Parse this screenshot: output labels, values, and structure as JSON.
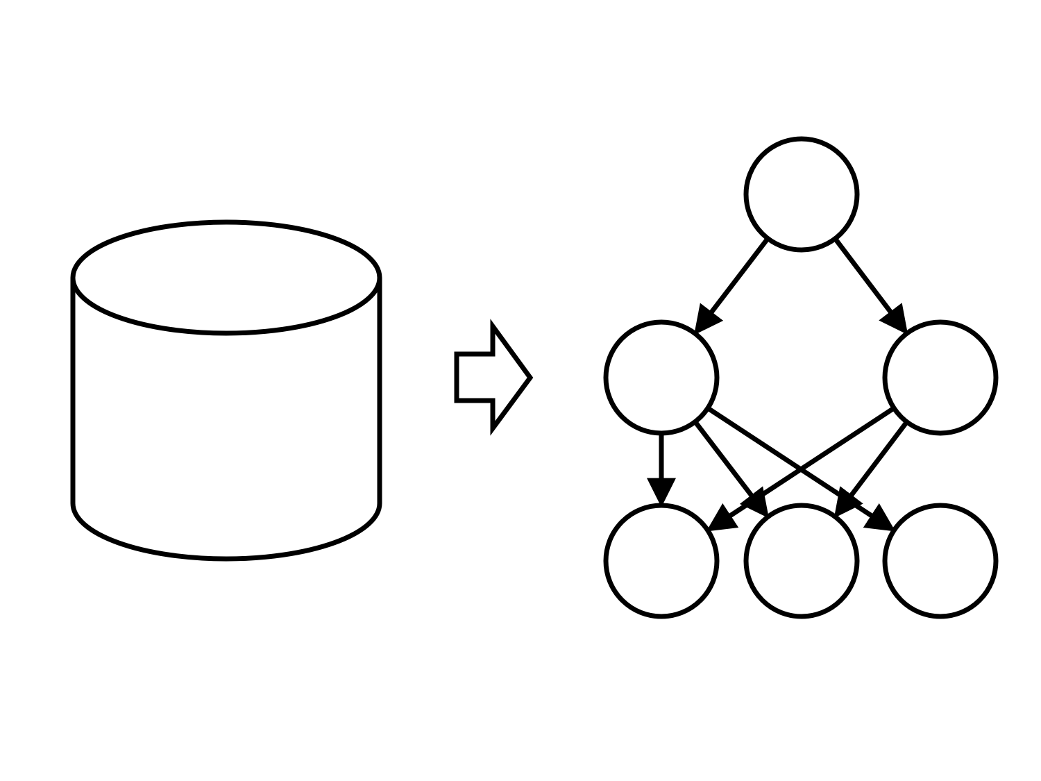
{
  "diagram": {
    "stroke_color": "#000000",
    "background_color": "#ffffff",
    "source": "database",
    "transform": "block-arrow",
    "nodes": [
      "root",
      "mid-left",
      "mid-right",
      "leaf-1",
      "leaf-2",
      "leaf-3"
    ],
    "edges": [
      [
        "root",
        "mid-left"
      ],
      [
        "root",
        "mid-right"
      ],
      [
        "mid-left",
        "leaf-1"
      ],
      [
        "mid-left",
        "leaf-2"
      ],
      [
        "mid-left",
        "leaf-3"
      ],
      [
        "mid-right",
        "leaf-1"
      ],
      [
        "mid-right",
        "leaf-2"
      ]
    ]
  }
}
